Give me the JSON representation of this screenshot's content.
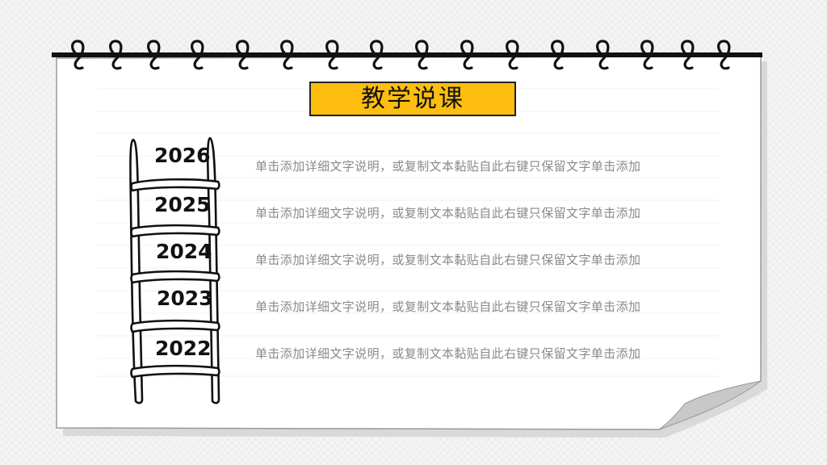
{
  "title": "教学说课",
  "timeline": [
    {
      "year": "2026",
      "text": "单击添加详细文字说明，或复制文本黏贴自此右键只保留文字单击添加"
    },
    {
      "year": "2025",
      "text": "单击添加详细文字说明，或复制文本黏贴自此右键只保留文字单击添加"
    },
    {
      "year": "2024",
      "text": "单击添加详细文字说明，或复制文本黏贴自此右键只保留文字单击添加"
    },
    {
      "year": "2023",
      "text": "单击添加详细文字说明，或复制文本黏贴自此右键只保留文字单击添加"
    },
    {
      "year": "2022",
      "text": "单击添加详细文字说明，或复制文本黏贴自此右键只保留文字单击添加"
    }
  ],
  "colors": {
    "accent": "#fdbe0f",
    "ink": "#111111",
    "muted_text": "#8a8a8a",
    "paper": "#ffffff"
  },
  "decor": {
    "binding": "spiral-notebook-rings",
    "ring_count": 16,
    "ladder": "hand-drawn-ladder"
  }
}
